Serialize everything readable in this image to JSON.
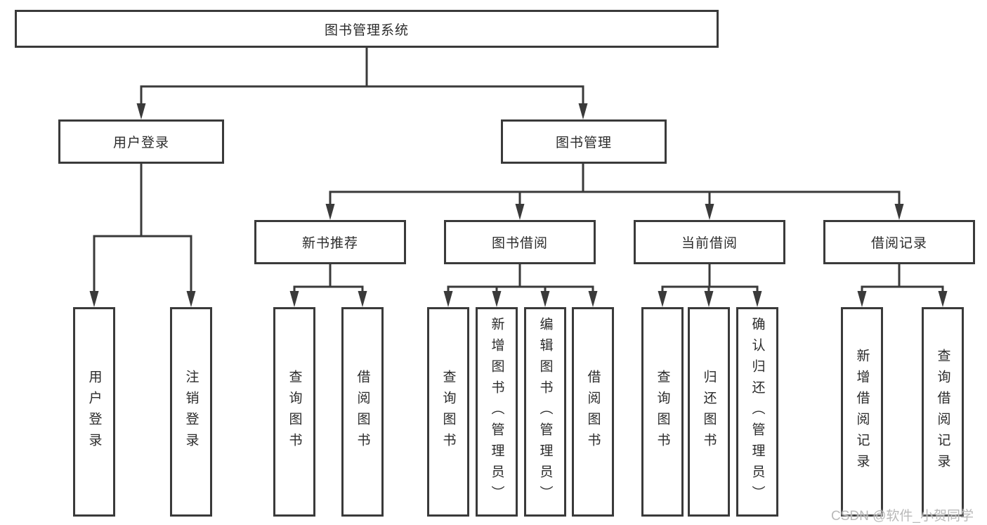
{
  "title": "图书管理系统",
  "watermark": "CSDN @软件_小贺同学",
  "colors": {
    "line": "#3a3a3a",
    "text": "#2b2b2b",
    "watermark": "#b9b9b9",
    "background": "#ffffff"
  },
  "nodes": {
    "root": "图书管理系统",
    "level2": {
      "user_login": "用户登录",
      "book_management": "图书管理"
    },
    "level3": {
      "new_book": "新书推荐",
      "book_borrow": "图书借阅",
      "current_borrow": "当前借阅",
      "borrow_records": "借阅记录"
    },
    "leaves": {
      "user_login": [
        "用户登录",
        "注销登录"
      ],
      "new_book": [
        "查询图书",
        "借阅图书"
      ],
      "book_borrow": [
        "查询图书",
        "新增图书（管理员）",
        "编辑图书（管理员）",
        "借阅图书"
      ],
      "current_borrow": [
        "查询图书",
        "归还图书",
        "确认归还（管理员）"
      ],
      "borrow_records": [
        "新增借阅记录",
        "查询借阅记录"
      ]
    }
  }
}
